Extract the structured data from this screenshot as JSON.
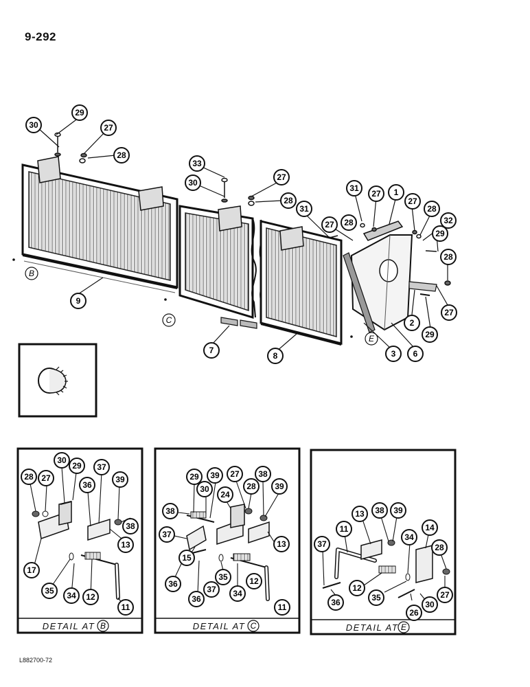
{
  "page_number": "9-292",
  "document_id": "L882700-72",
  "main_view": {
    "callouts": [
      "29",
      "30",
      "27",
      "28",
      "33",
      "30",
      "27",
      "28",
      "31",
      "27",
      "1",
      "27",
      "28",
      "32",
      "31",
      "27",
      "28",
      "29",
      "28",
      "27",
      "29",
      "9",
      "7",
      "8",
      "3",
      "6",
      "2"
    ],
    "reference_letters": [
      "B",
      "C",
      "E"
    ]
  },
  "details": [
    {
      "caption": "DETAIL AT",
      "ref_letter": "B",
      "callouts": [
        "28",
        "27",
        "30",
        "29",
        "37",
        "36",
        "39",
        "38",
        "13",
        "17",
        "35",
        "34",
        "12",
        "11"
      ]
    },
    {
      "caption": "DETAIL AT",
      "ref_letter": "C",
      "callouts": [
        "29",
        "39",
        "30",
        "24",
        "27",
        "28",
        "38",
        "39",
        "38",
        "37",
        "15",
        "13",
        "35",
        "34",
        "12",
        "36",
        "37",
        "36",
        "11"
      ]
    },
    {
      "caption": "DETAIL AT",
      "ref_letter": "E",
      "callouts": [
        "13",
        "38",
        "39",
        "11",
        "14",
        "34",
        "28",
        "37",
        "12",
        "35",
        "30",
        "26",
        "27",
        "36"
      ]
    }
  ]
}
